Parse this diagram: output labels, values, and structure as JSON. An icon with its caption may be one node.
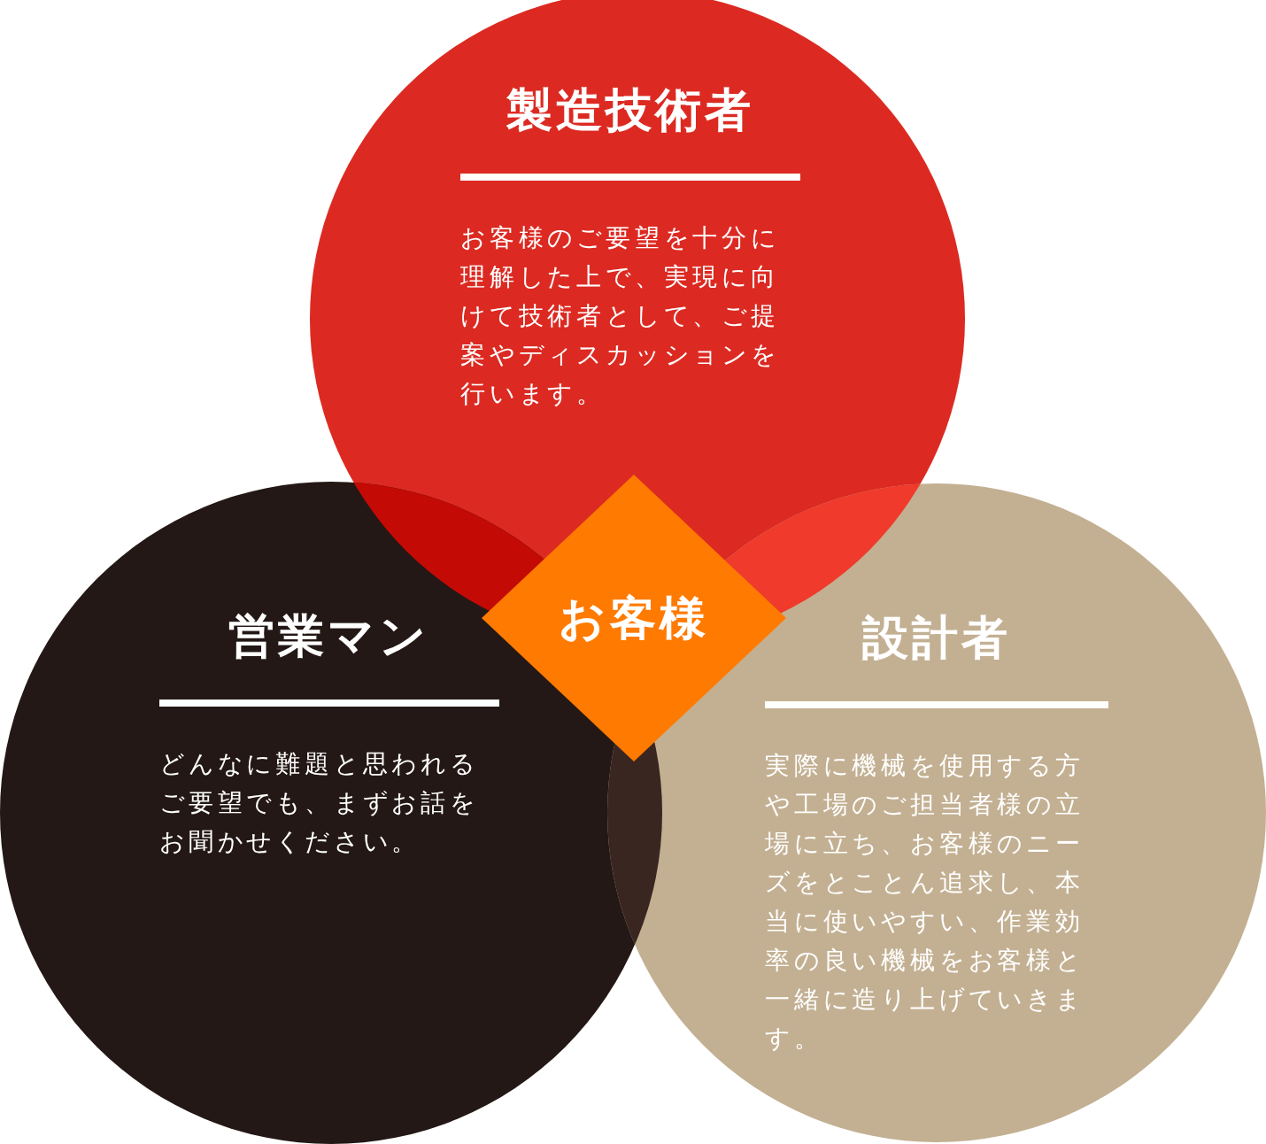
{
  "diagram": {
    "nodes": [
      {
        "text": [
          "製造技術者",
          "お客様のご要望を十分に理解した上で、実現に向けて技術者として、ご提案やディスカッションを行います。"
        ]
      },
      {
        "text": [
          "営業マン",
          "どんなに難題と思われるご要望でも、まずお話をお聞かせください。"
        ]
      },
      {
        "text": [
          "設計者",
          "実際に機械を使用する方や工場のご担当者様の立場に立ち、お客様のニーズをとことん追求し、本当に使いやすい、作業効率の良い機械をお客様と一緒に造り上げていきます。"
        ]
      },
      {
        "text": [
          "お客様"
        ]
      }
    ]
  }
}
